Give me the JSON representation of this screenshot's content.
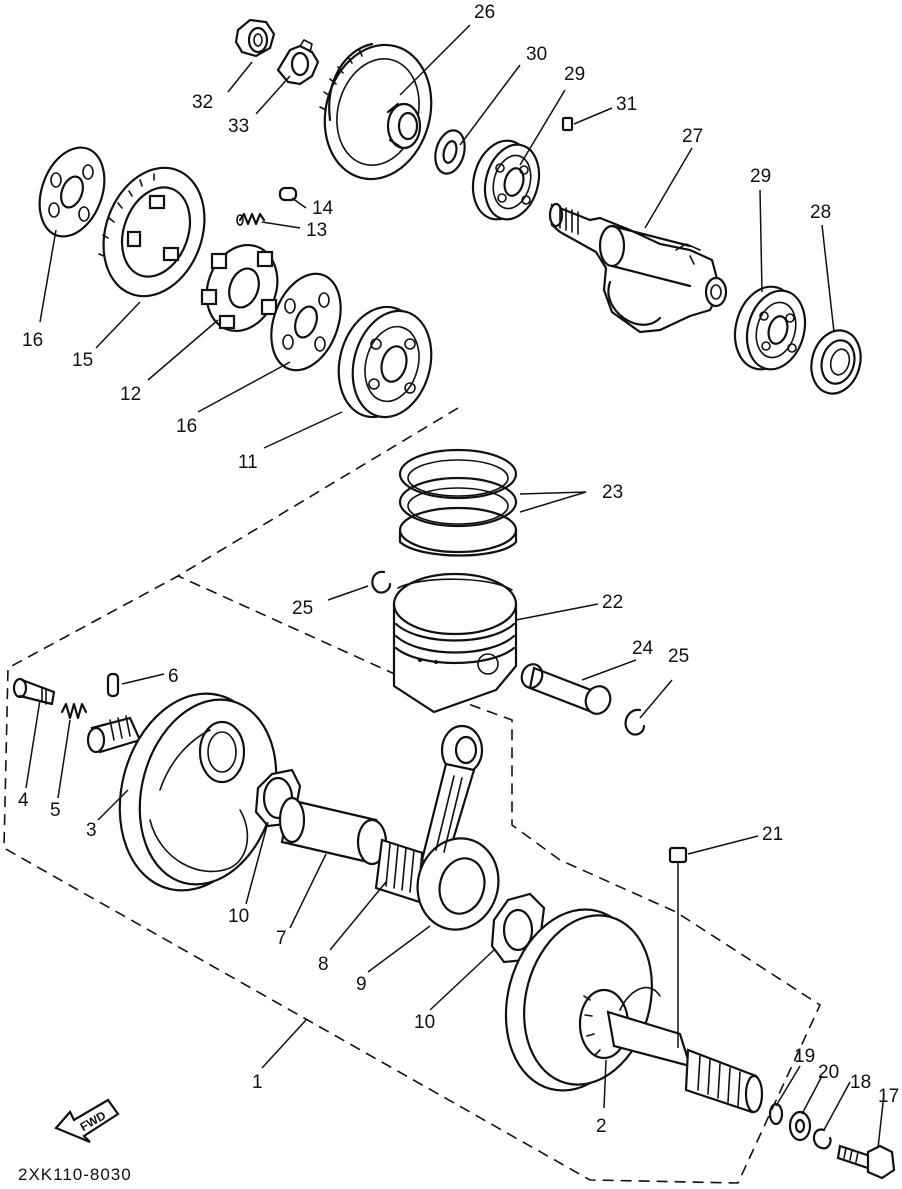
{
  "diagram": {
    "drawing_code": "2XK110-8030",
    "fwd_label": "FWD",
    "callouts": [
      {
        "id": "p1",
        "text": "1"
      },
      {
        "id": "p2",
        "text": "2"
      },
      {
        "id": "p3",
        "text": "3"
      },
      {
        "id": "p4",
        "text": "4"
      },
      {
        "id": "p5",
        "text": "5"
      },
      {
        "id": "p6",
        "text": "6"
      },
      {
        "id": "p7",
        "text": "7"
      },
      {
        "id": "p8",
        "text": "8"
      },
      {
        "id": "p9",
        "text": "9"
      },
      {
        "id": "p10a",
        "text": "10"
      },
      {
        "id": "p10b",
        "text": "10"
      },
      {
        "id": "p11",
        "text": "11"
      },
      {
        "id": "p12",
        "text": "12"
      },
      {
        "id": "p13",
        "text": "13"
      },
      {
        "id": "p14",
        "text": "14"
      },
      {
        "id": "p15",
        "text": "15"
      },
      {
        "id": "p16a",
        "text": "16"
      },
      {
        "id": "p16b",
        "text": "16"
      },
      {
        "id": "p17",
        "text": "17"
      },
      {
        "id": "p18",
        "text": "18"
      },
      {
        "id": "p19",
        "text": "19"
      },
      {
        "id": "p20",
        "text": "20"
      },
      {
        "id": "p21",
        "text": "21"
      },
      {
        "id": "p22",
        "text": "22"
      },
      {
        "id": "p23",
        "text": "23"
      },
      {
        "id": "p24",
        "text": "24"
      },
      {
        "id": "p25a",
        "text": "25"
      },
      {
        "id": "p25b",
        "text": "25"
      },
      {
        "id": "p26",
        "text": "26"
      },
      {
        "id": "p27",
        "text": "27"
      },
      {
        "id": "p28",
        "text": "28"
      },
      {
        "id": "p29a",
        "text": "29"
      },
      {
        "id": "p29b",
        "text": "29"
      },
      {
        "id": "p30",
        "text": "30"
      },
      {
        "id": "p31",
        "text": "31"
      },
      {
        "id": "p32",
        "text": "32"
      },
      {
        "id": "p33",
        "text": "33"
      }
    ]
  }
}
